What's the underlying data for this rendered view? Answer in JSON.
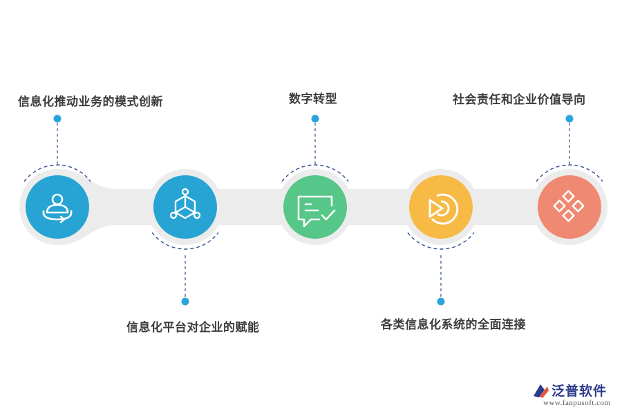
{
  "nodes": [
    {
      "label": "信息化推动业务的模式创新",
      "color": "#27a4d3",
      "icon": "person-orbit-icon"
    },
    {
      "label": "信息化平台对企业的赋能",
      "color": "#27a4d3",
      "icon": "hexagon-network-icon"
    },
    {
      "label": "数字转型",
      "color": "#56c689",
      "icon": "chat-check-icon"
    },
    {
      "label": "各类信息化系统的全面连接",
      "color": "#f7ba45",
      "icon": "donut-chart-icon"
    },
    {
      "label": "社会责任和企业价值导向",
      "color": "#ef8971",
      "icon": "diamond-grid-icon"
    }
  ],
  "logo": {
    "name": "泛普软件",
    "url": "www.fanpusoft.com"
  }
}
